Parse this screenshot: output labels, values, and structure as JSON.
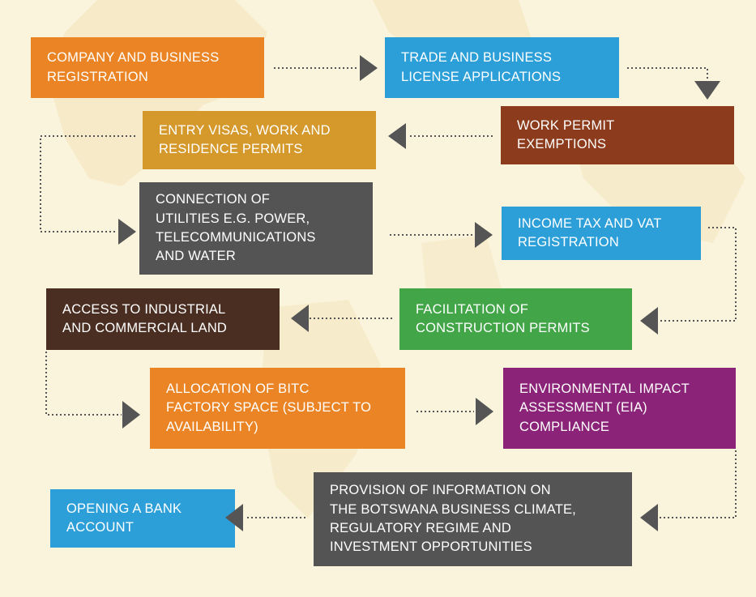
{
  "colors": {
    "background": "#fbf4dc",
    "orange": "#ea8424",
    "blue": "#2c9fd9",
    "brown": "#8c3b1c",
    "ochre": "#d5982b",
    "gray": "#545454",
    "green": "#42a648",
    "dark_brown": "#4a2e22",
    "purple": "#8b2378",
    "connector": "#555555"
  },
  "steps": {
    "company_registration": "COMPANY AND BUSINESS\nREGISTRATION",
    "trade_license": "TRADE AND BUSINESS\nLICENSE APPLICATIONS",
    "work_permit_exemptions": "WORK PERMIT\nEXEMPTIONS",
    "entry_visas": "ENTRY VISAS, WORK AND\nRESIDENCE PERMITS",
    "utilities": "CONNECTION OF\nUTILITIES E.G. POWER,\nTELECOMMUNICATIONS\nAND WATER",
    "income_tax": "INCOME TAX AND VAT\nREGISTRATION",
    "construction_permits": "FACILITATION OF\nCONSTRUCTION PERMITS",
    "industrial_land": "ACCESS TO INDUSTRIAL\nAND COMMERCIAL LAND",
    "factory_space": "ALLOCATION OF BITC\nFACTORY SPACE (SUBJECT  TO\nAVAILABILITY)",
    "eia_compliance": "ENVIRONMENTAL IMPACT\nASSESSMENT (EIA)\nCOMPLIANCE",
    "business_climate": "PROVISION OF INFORMATION ON\nTHE BOTSWANA BUSINESS CLIMATE,\nREGULATORY REGIME AND\nINVESTMENT OPPORTUNITIES",
    "bank_account": "OPENING A BANK\nACCOUNT"
  }
}
